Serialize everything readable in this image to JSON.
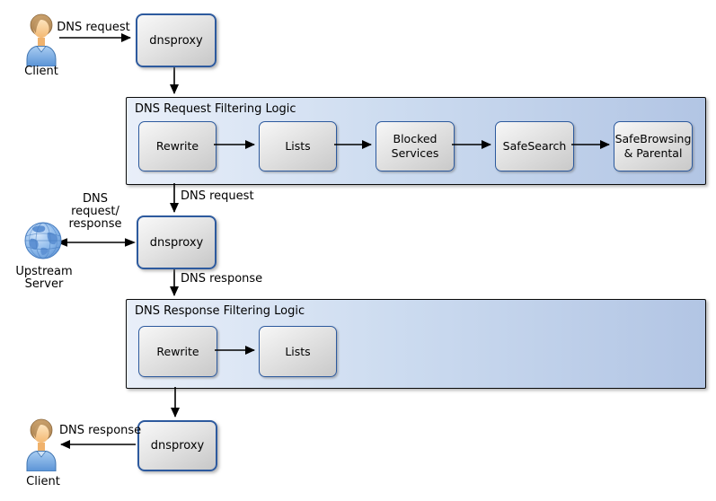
{
  "diagram": {
    "colors": {
      "node_border": "#2d5a9e",
      "node_fill_top": "#f8f8f8",
      "node_fill_bottom": "#c7c7c7",
      "container_fill_left": "#e9eff9",
      "container_fill_right": "#b2c5e4",
      "container_border": "#0b0b0b",
      "arrow": "#000000",
      "text": "#000000"
    },
    "nodes": {
      "client_top": {
        "label": "Client",
        "icon": "person-icon"
      },
      "dnsproxy_top": {
        "label": "dnsproxy"
      },
      "request_filtering": {
        "title": "DNS Request Filtering Logic",
        "steps": [
          "Rewrite",
          "Lists",
          "Blocked Services",
          "SafeSearch",
          "SafeBrowsing & Parental"
        ]
      },
      "dnsproxy_middle": {
        "label": "dnsproxy"
      },
      "upstream_server": {
        "label": "Upstream\nServer",
        "icon": "globe-icon"
      },
      "response_filtering": {
        "title": "DNS Response Filtering Logic",
        "steps": [
          "Rewrite",
          "Lists"
        ]
      },
      "dnsproxy_bottom": {
        "label": "dnsproxy"
      },
      "client_bottom": {
        "label": "Client",
        "icon": "person-icon"
      }
    },
    "edges": {
      "client_to_dnsproxy": {
        "label": "DNS request"
      },
      "filtering_to_dnsproxy": {
        "label": "DNS request"
      },
      "upstream_exchange": {
        "label": "DNS\nrequest/\nresponse"
      },
      "dnsproxy_to_response_filtering": {
        "label": "DNS response"
      },
      "dnsproxy_to_client": {
        "label": "DNS response"
      }
    }
  }
}
